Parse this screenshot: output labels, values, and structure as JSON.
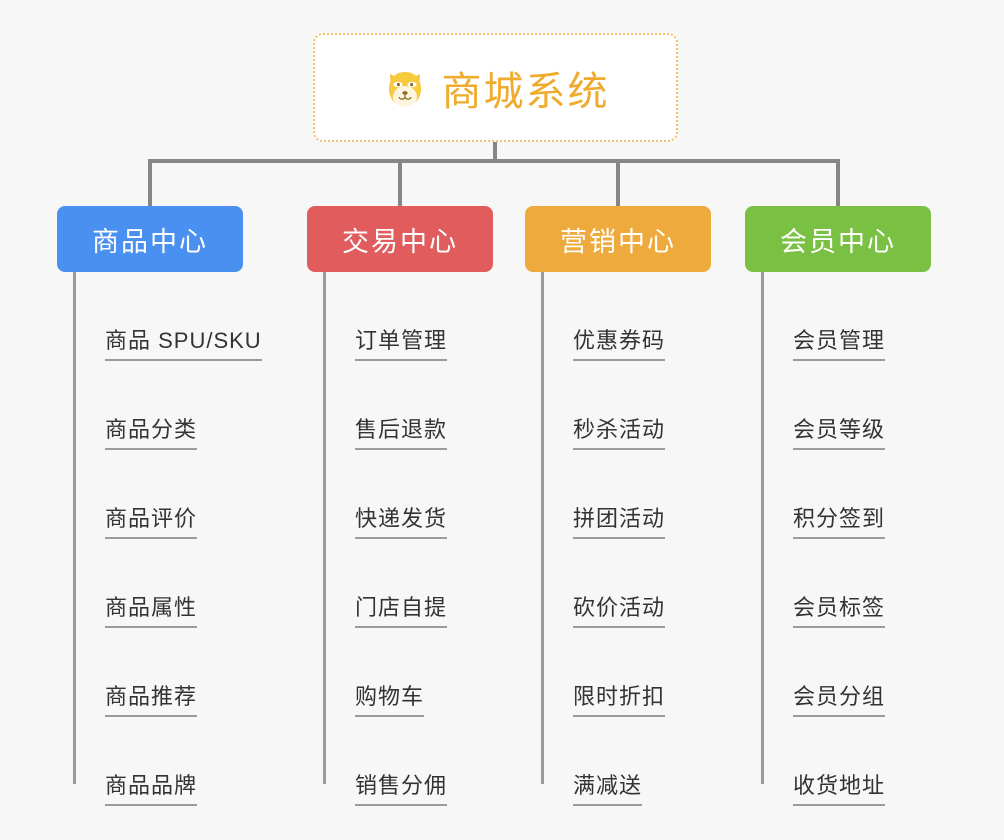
{
  "page": {
    "background_color": "#f7f7f7",
    "type": "mindmap-org-chart"
  },
  "root": {
    "icon": "shiba-dog-face-icon",
    "icon_glyph": "🐕",
    "title": "商城系统",
    "title_color": "#efab2d",
    "border_color": "#f3c06a",
    "background_color": "#ffffff"
  },
  "connector": {
    "color": "#868686"
  },
  "columns": [
    {
      "id": "product-center",
      "label": "商品中心",
      "color": "#4a90f0",
      "children": [
        {
          "label": "商品 SPU/SKU"
        },
        {
          "label": "商品分类"
        },
        {
          "label": "商品评价"
        },
        {
          "label": "商品属性"
        },
        {
          "label": "商品推荐"
        },
        {
          "label": "商品品牌"
        }
      ]
    },
    {
      "id": "trade-center",
      "label": "交易中心",
      "color": "#e15c5c",
      "children": [
        {
          "label": "订单管理"
        },
        {
          "label": "售后退款"
        },
        {
          "label": "快递发货"
        },
        {
          "label": "门店自提"
        },
        {
          "label": "购物车"
        },
        {
          "label": "销售分佣"
        }
      ]
    },
    {
      "id": "marketing-center",
      "label": "营销中心",
      "color": "#eeaa3c",
      "children": [
        {
          "label": "优惠券码"
        },
        {
          "label": "秒杀活动"
        },
        {
          "label": "拼团活动"
        },
        {
          "label": "砍价活动"
        },
        {
          "label": "限时折扣"
        },
        {
          "label": "满减送"
        }
      ]
    },
    {
      "id": "member-center",
      "label": "会员中心",
      "color": "#7ac143",
      "children": [
        {
          "label": "会员管理"
        },
        {
          "label": "会员等级"
        },
        {
          "label": "积分签到"
        },
        {
          "label": "会员标签"
        },
        {
          "label": "会员分组"
        },
        {
          "label": "收货地址"
        }
      ]
    }
  ]
}
